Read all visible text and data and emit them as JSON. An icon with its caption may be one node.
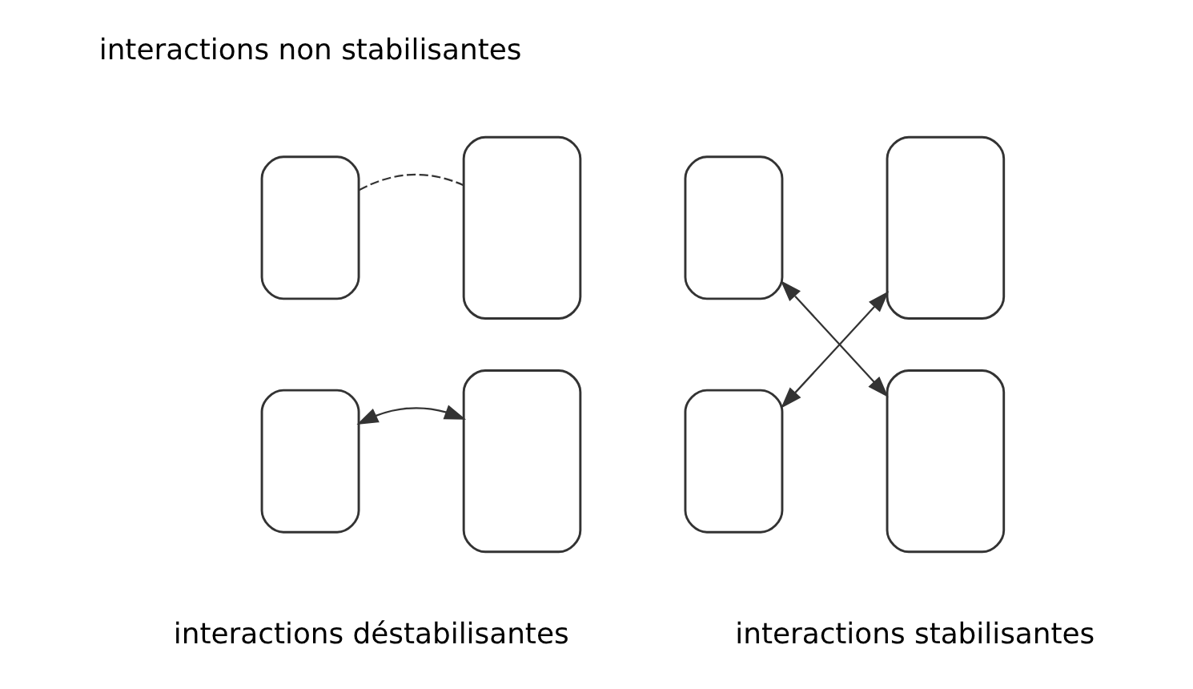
{
  "diagram": {
    "nodes": [
      {
        "text": [],
        "shape": "box"
      },
      {
        "text": [],
        "shape": "box"
      },
      {
        "text": [],
        "shape": "box"
      },
      {
        "text": [],
        "shape": "box"
      },
      {
        "text": [],
        "shape": "box"
      },
      {
        "text": [],
        "shape": "box"
      },
      {
        "text": [],
        "shape": "box"
      },
      {
        "text": [],
        "shape": "box"
      }
    ],
    "edges": [
      {
        "from": 0,
        "to": 1,
        "arrow": "none",
        "style": "dashed"
      },
      {
        "from": 2,
        "to": 3,
        "arrow": "both"
      },
      {
        "from": 4,
        "to": 7,
        "arrow": "both"
      },
      {
        "from": 6,
        "to": 5,
        "arrow": "both"
      }
    ],
    "labels": [
      "interactions non stabilisantes",
      "interactions déstabilisantes",
      "interactions stabilisantes"
    ]
  }
}
